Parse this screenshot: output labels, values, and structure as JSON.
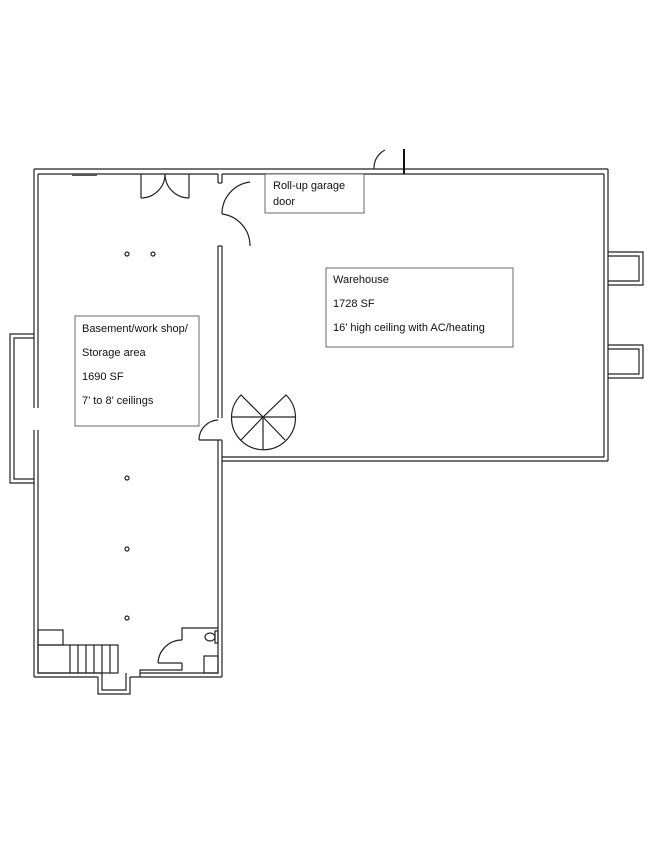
{
  "rooms": {
    "garage_door": {
      "line1": "Roll-up garage",
      "line2": "door"
    },
    "warehouse": {
      "name": "Warehouse",
      "area": "1728 SF",
      "note": "16’ high ceiling with AC/heating"
    },
    "basement": {
      "line1": "Basement/work shop/",
      "line2": "Storage area",
      "area": "1690 SF",
      "note": "7’ to 8’ ceilings"
    }
  }
}
